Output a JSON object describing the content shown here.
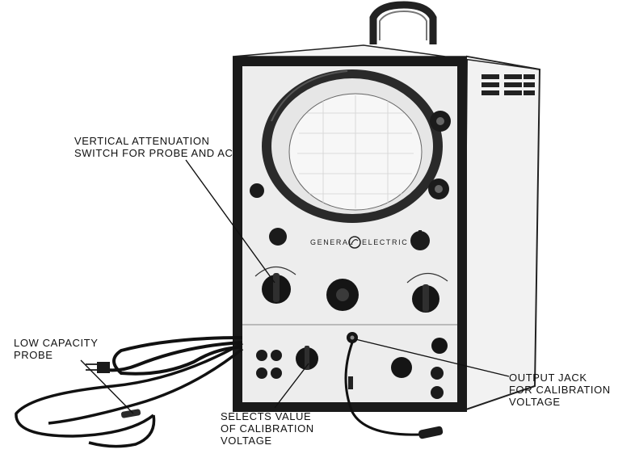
{
  "colors": {
    "ink": "#111111",
    "panel": "#ededed",
    "frame": "#1a1a1a"
  },
  "device": {
    "brand_left": "GENERAL",
    "brand_right": "ELECTRIC"
  },
  "callouts": {
    "vertical_attenuation": [
      "VERTICAL ATTENUATION",
      "SWITCH FOR PROBE AND AC"
    ],
    "low_capacity_probe": [
      "LOW CAPACITY",
      "PROBE"
    ],
    "selects_value": [
      "SELECTS VALUE",
      "OF CALIBRATION",
      "VOLTAGE"
    ],
    "output_jack": [
      "OUTPUT JACK",
      "FOR CALIBRATION",
      "VOLTAGE"
    ]
  }
}
